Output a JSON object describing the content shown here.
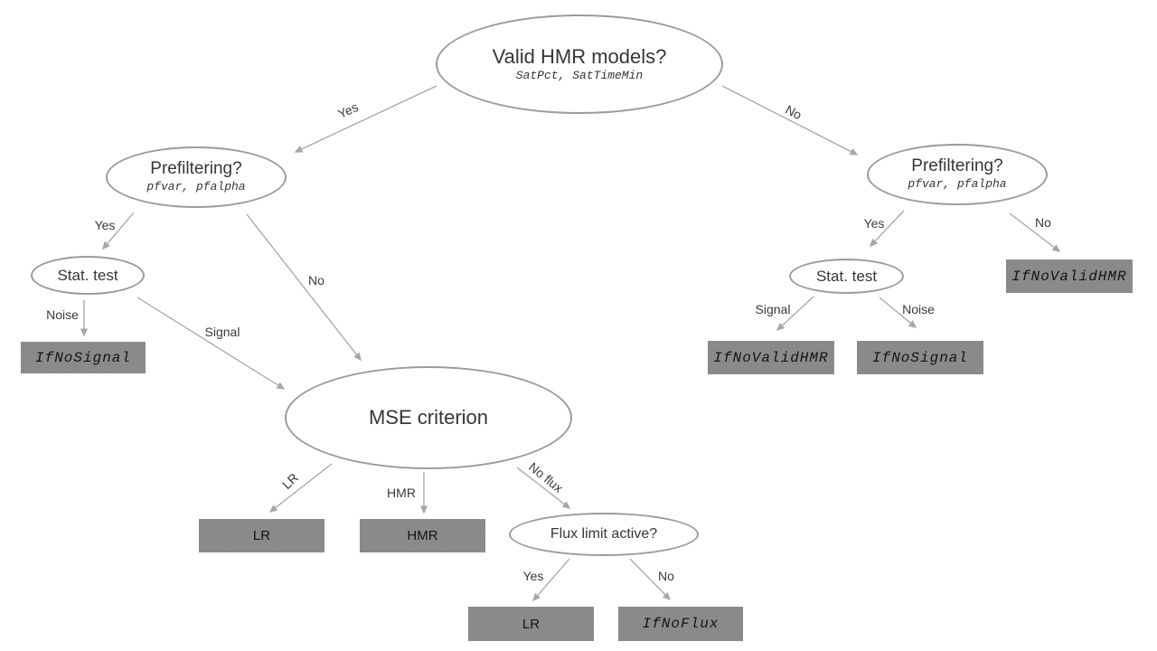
{
  "diagram": {
    "nodes": {
      "validHmr": {
        "title": "Valid HMR models?",
        "subtitle": "SatPct, SatTimeMin"
      },
      "prefilterLeft": {
        "title": "Prefiltering?",
        "subtitle": "pfvar, pfalpha"
      },
      "prefilterRight": {
        "title": "Prefiltering?",
        "subtitle": "pfvar, pfalpha"
      },
      "statLeft": {
        "title": "Stat. test"
      },
      "statRight": {
        "title": "Stat. test"
      },
      "mse": {
        "title": "MSE criterion"
      },
      "fluxLimit": {
        "title": "Flux limit active?"
      }
    },
    "boxes": {
      "ifNoSignalLeft": "IfNoSignal",
      "lrMse": "LR",
      "hmrMse": "HMR",
      "lrFlux": "LR",
      "ifNoFlux": "IfNoFlux",
      "ifNoValidHmrNo": "IfNoValidHMR",
      "ifNoValidHmrSignal": "IfNoValidHMR",
      "ifNoSignalRight": "IfNoSignal"
    },
    "edgeLabels": {
      "yesTop": "Yes",
      "noTop": "No",
      "yesPrefLeft": "Yes",
      "noPrefLeft": "No",
      "noiseLeft": "Noise",
      "signalLeft": "Signal",
      "lrBranch": "LR",
      "hmrBranch": "HMR",
      "noFluxBranch": "No flux",
      "yesFlux": "Yes",
      "noFluxOut": "No",
      "yesPrefRight": "Yes",
      "noPrefRight": "No",
      "signalRight": "Signal",
      "noiseRight": "Noise"
    },
    "colors": {
      "ellipseBorder": "#9b9b9b",
      "arrow": "#a6a6a6",
      "boxFill": "#8f8f8f",
      "boxFillAlt": "#858585",
      "nodeText": "#363636",
      "labelText": "#3a3a3a",
      "boxText": "#141414"
    }
  }
}
